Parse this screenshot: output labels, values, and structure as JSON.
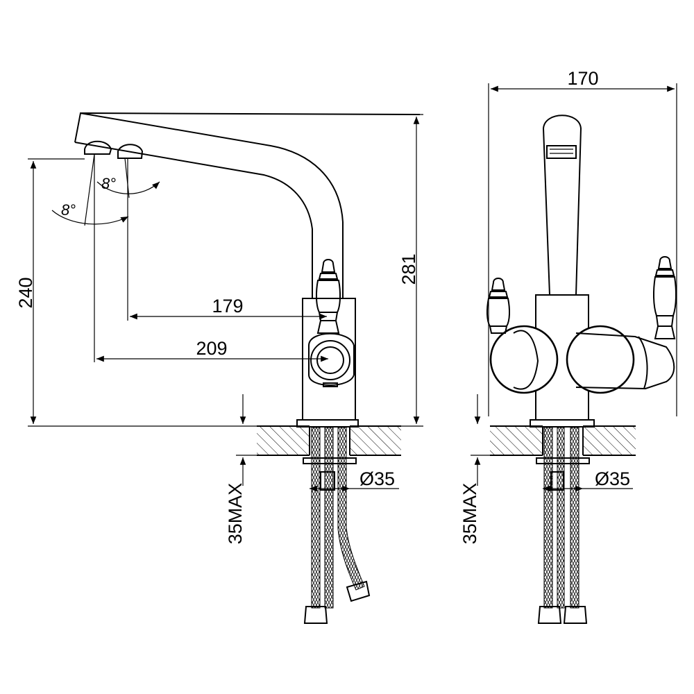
{
  "dimensions": {
    "side_height_total": "281",
    "side_height_spout": "240",
    "reach_inner": "179",
    "reach_outer": "209",
    "front_width": "170",
    "hole_diameter_side": "Ø35",
    "hole_diameter_front": "Ø35",
    "counter_thickness_side": "35MAX",
    "counter_thickness_front": "35MAX"
  },
  "angles": {
    "angle_upper": "8°",
    "angle_lower": "8°"
  },
  "colors": {
    "line": "#000000",
    "background": "#ffffff"
  }
}
